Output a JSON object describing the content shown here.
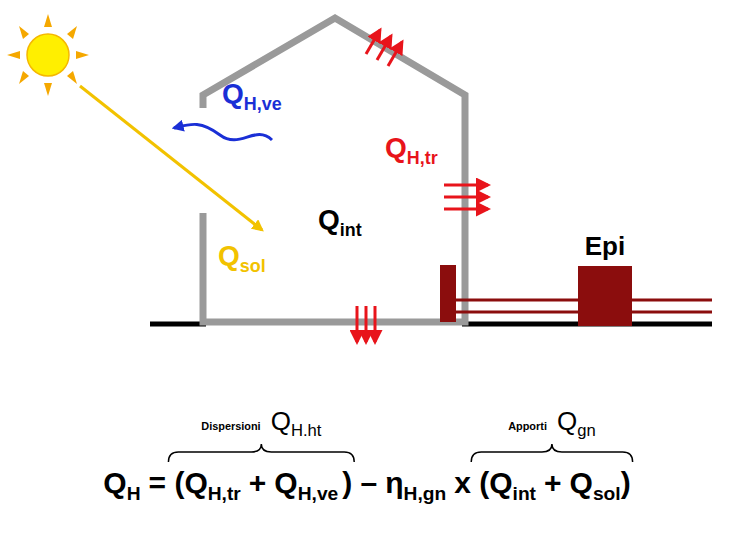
{
  "diagram": {
    "nodes": [
      {
        "text": [
          "Epi"
        ]
      }
    ],
    "labels": [
      "Q",
      "H,ve",
      "Q",
      "H,tr",
      "Q",
      "int",
      "Q",
      "sol",
      "Dispersioni",
      "Q",
      "H.ht",
      "Apporti",
      "Q",
      "gn",
      "Q",
      "H",
      "= (",
      "Q",
      "H,tr",
      "+",
      "Q",
      "H,ve",
      ") –",
      "η",
      "H,gn",
      "x (",
      "Q",
      "int",
      "+",
      "Q",
      "sol",
      ")"
    ]
  }
}
